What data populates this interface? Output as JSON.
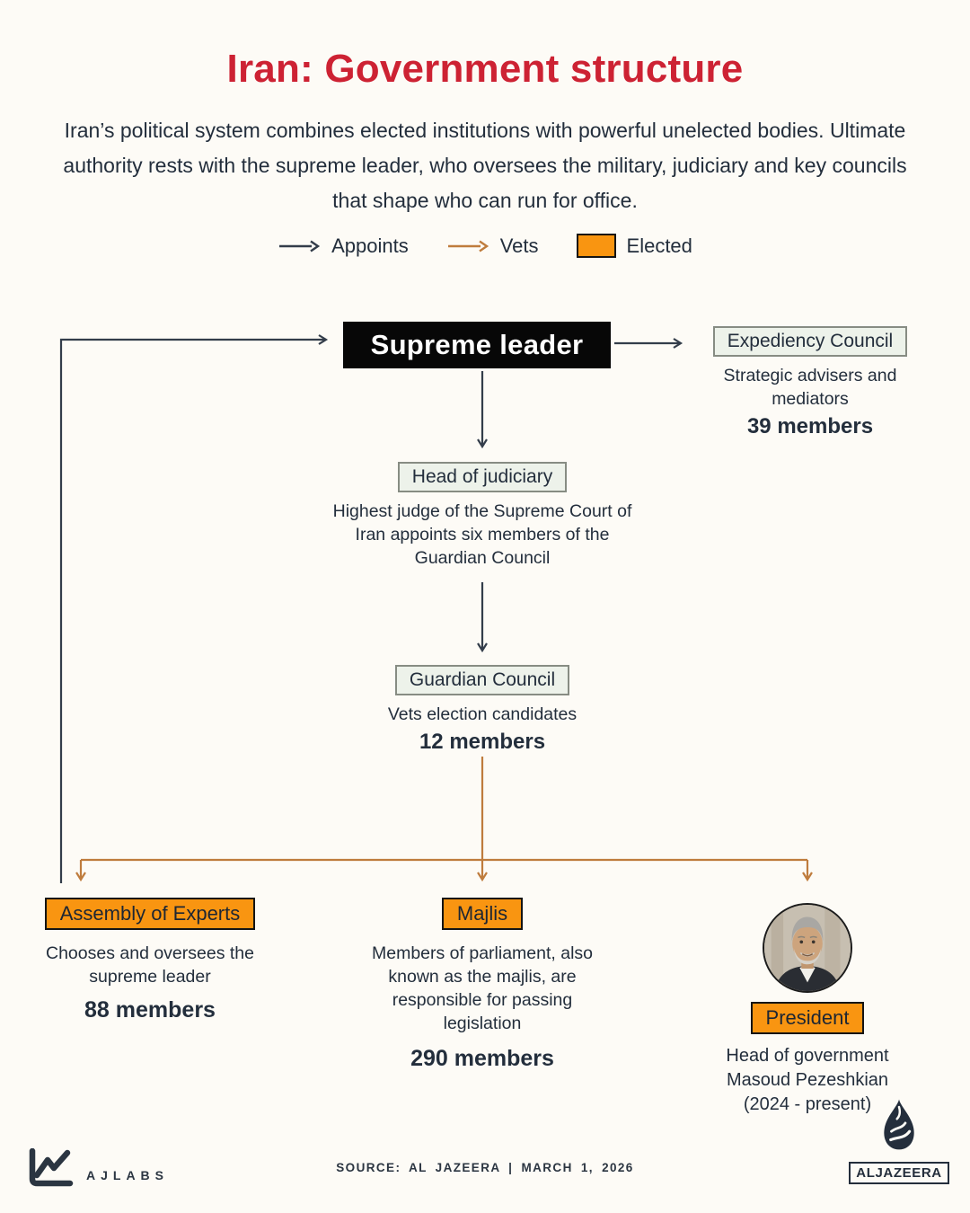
{
  "header": {
    "title": "Iran: Government structure",
    "subtitle": "Iran’s political system combines elected institutions with powerful unelected bodies. Ultimate authority rests with the supreme leader, who oversees the military, judiciary and key councils that shape who can run for office."
  },
  "legend": {
    "appoints": {
      "label": "Appoints"
    },
    "vets": {
      "label": "Vets"
    },
    "elected": {
      "label": "Elected"
    }
  },
  "nodes": {
    "supreme_leader": {
      "label": "Supreme leader"
    },
    "expediency_council": {
      "label": "Expediency Council",
      "desc": "Strategic advisers and mediators",
      "members": "39 members"
    },
    "head_of_judiciary": {
      "label": "Head of judiciary",
      "desc": "Highest judge of the Supreme Court of Iran appoints six members of the Guardian Council"
    },
    "guardian_council": {
      "label": "Guardian Council",
      "desc": "Vets election candidates",
      "members": "12 members"
    },
    "assembly_of_experts": {
      "label": "Assembly of Experts",
      "desc": "Chooses and oversees the supreme leader",
      "members": "88 members"
    },
    "majlis": {
      "label": "Majlis",
      "desc": "Members of parliament, also known as the majlis, are responsible for passing legislation",
      "members": "290 members"
    },
    "president": {
      "label": "President",
      "role": "Head of government",
      "name": "Masoud Pezeshkian",
      "term": "(2024 - present)"
    }
  },
  "footer": {
    "ajlabs_label": "AJLABS",
    "source_line": "SOURCE:  AL JAZEERA  |  MARCH 1, 2026",
    "aljazeera_label": "ALJAZEERA"
  },
  "colors": {
    "title_red": "#cd2233",
    "elected_orange": "#f99511",
    "vets_arrow_orange": "#bf7c3d",
    "appoints_arrow_dark": "#333d4a",
    "unelected_box_bg": "#edf2ea",
    "background": "#fdfbf6",
    "text_dark": "#232e3c"
  }
}
